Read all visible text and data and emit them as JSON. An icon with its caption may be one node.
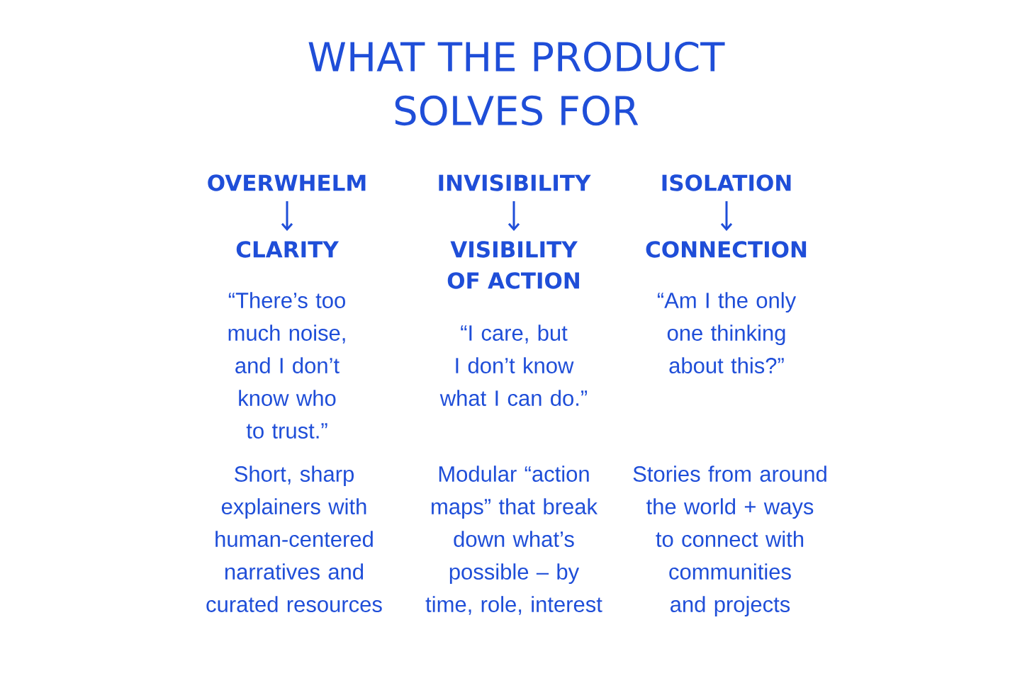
{
  "diagram": {
    "title": "WHAT THE PRODUCT SOLVES FOR",
    "nodes": [
      {
        "text": [
          "OVERWHELM"
        ]
      },
      {
        "text": [
          "CLARITY"
        ]
      },
      {
        "text": [
          "INVISIBILITY"
        ]
      },
      {
        "text": [
          "VISIBILITY OF ACTION"
        ]
      },
      {
        "text": [
          "ISOLATION"
        ]
      },
      {
        "text": [
          "CONNECTION"
        ]
      }
    ],
    "edges": [
      {
        "from": 0,
        "to": 1,
        "arrow": "to"
      },
      {
        "from": 2,
        "to": 3,
        "arrow": "to"
      },
      {
        "from": 4,
        "to": 5,
        "arrow": "to"
      }
    ],
    "labels": [
      "“There’s too much noise, and I don’t know who to trust.”",
      "“I care, but I don’t know what I can do.”",
      "“Am I the only one thinking about this?”",
      "Short, sharp explainers with human-centered narratives and curated resources",
      "Modular “action maps” that break down what’s possible – by time, role, interest",
      "Stories from around the world + ways to connect with communities and projects"
    ]
  }
}
